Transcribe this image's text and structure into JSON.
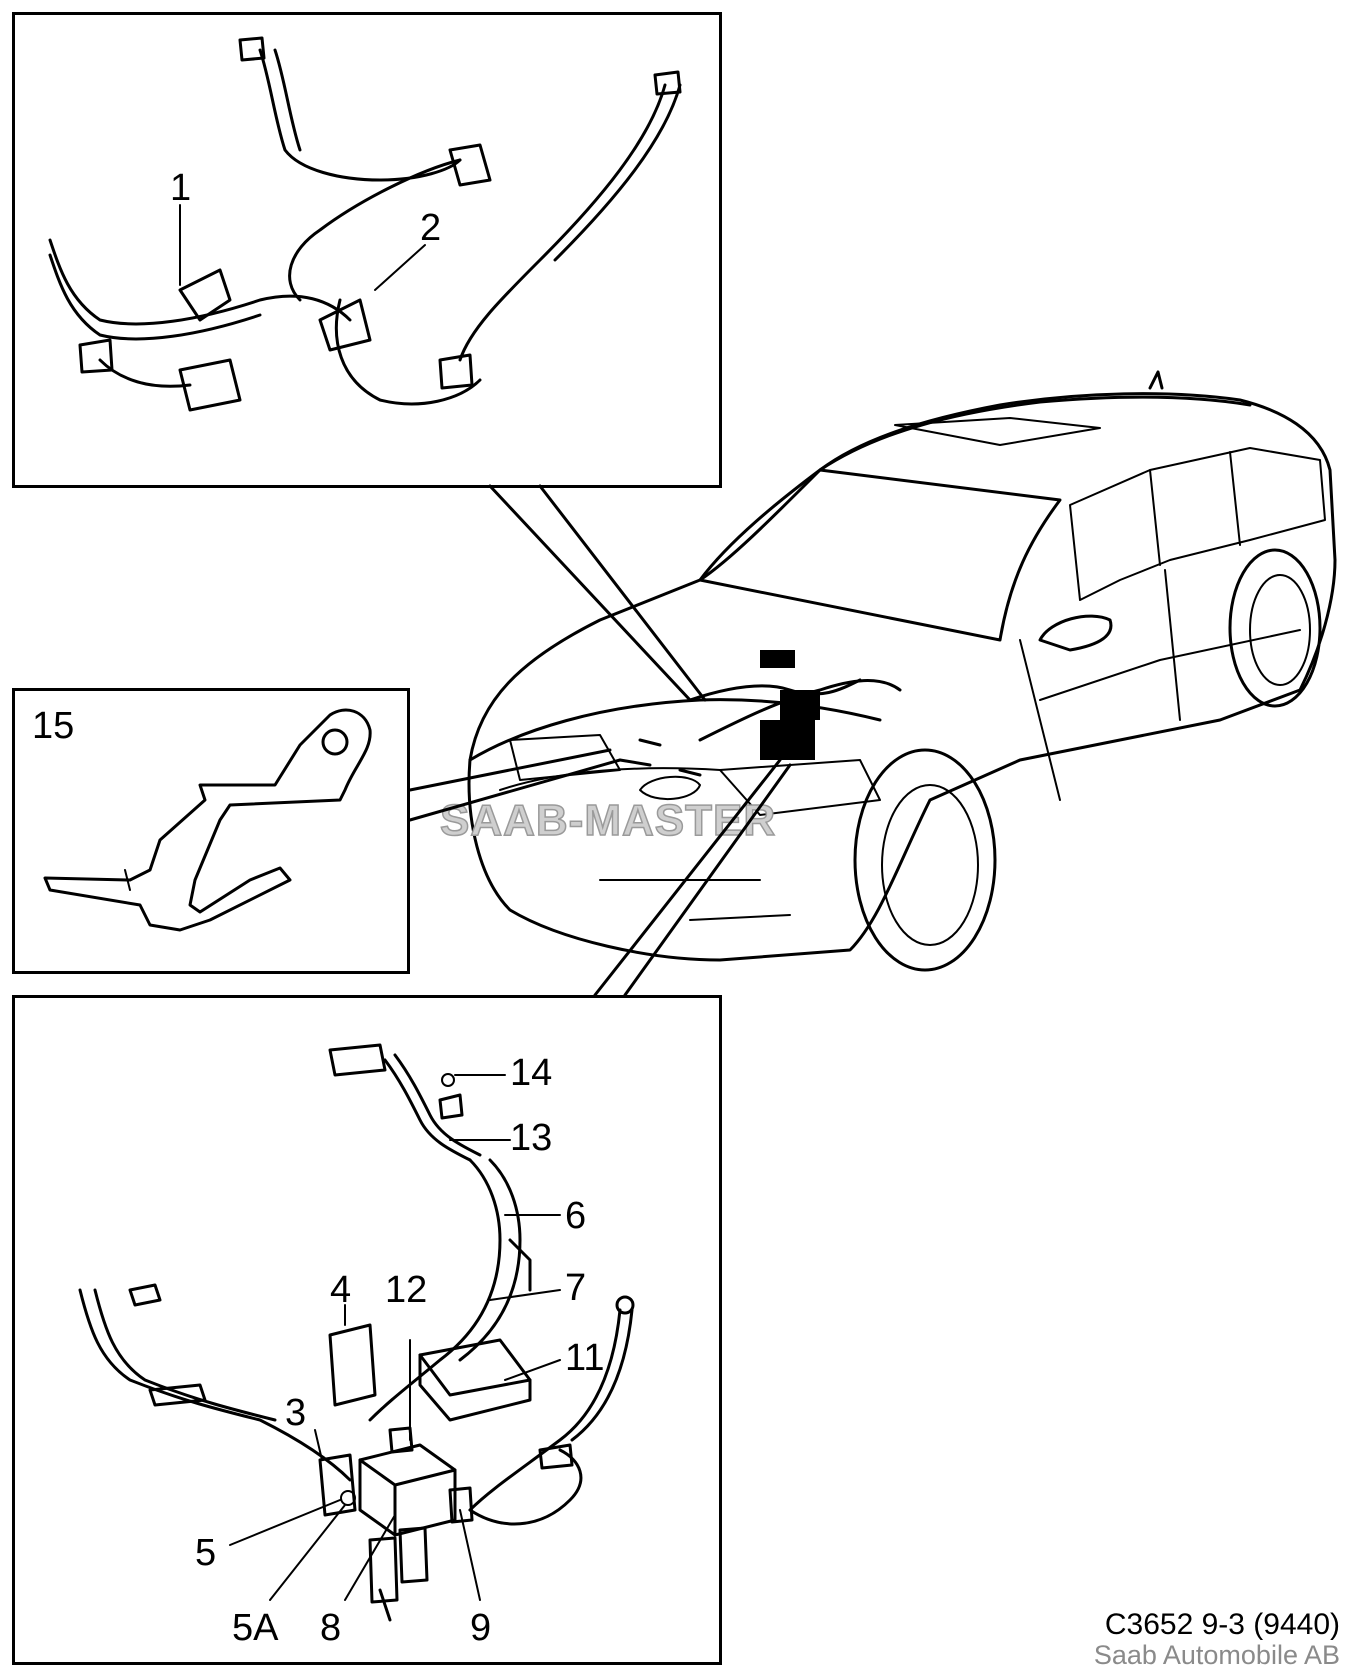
{
  "callouts": {
    "n1": "1",
    "n2": "2",
    "n3": "3",
    "n4": "4",
    "n5": "5",
    "n5a": "5A",
    "n6": "6",
    "n7": "7",
    "n8": "8",
    "n9": "9",
    "n11": "11",
    "n12": "12",
    "n13": "13",
    "n14": "14",
    "n15": "15"
  },
  "watermark": "SAAB-MASTER",
  "diagram_code": "C3652 9-3 (9440)",
  "copyright": "Saab Automobile AB"
}
